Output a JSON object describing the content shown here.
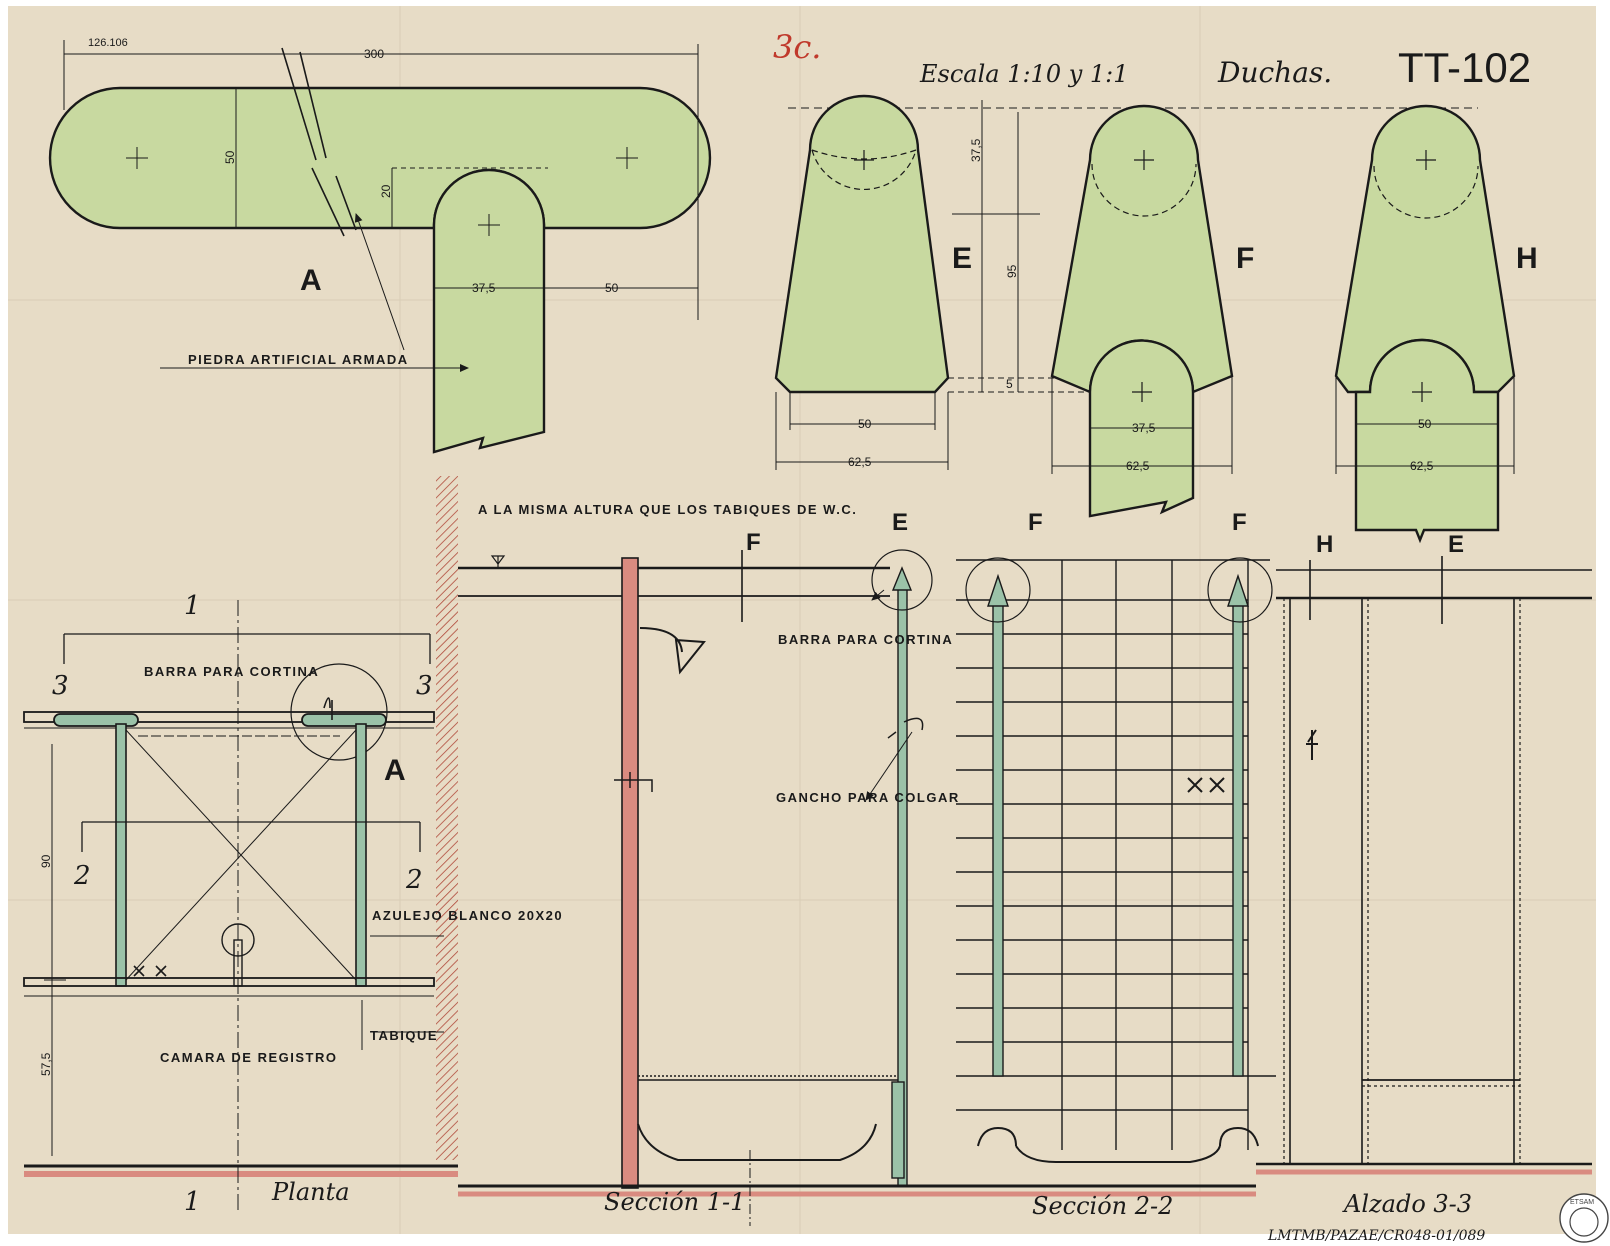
{
  "sheet": {
    "code": "TT-102",
    "subject": "Duchas.",
    "scale": "Escala 1:10 y 1:1",
    "sheet_no": "3c.",
    "archive_no": "126.106",
    "archive_ref": "LMTMB/PAZAE/CR048-01/089",
    "logo_text": "ETSAM"
  },
  "colors": {
    "paper": "#e7dcc6",
    "stone": "#c8d9a0",
    "ink": "#1a1a1a",
    "red": "#d98b80",
    "bar": "#9bc2a8",
    "stamp": "#c0392b"
  },
  "detail_a": {
    "letter": "A",
    "label": "PIEDRA ARTIFICIAL ARMADA",
    "dim_300": "300",
    "dim_50v": "50",
    "dim_20": "20",
    "dim_375": "37,5",
    "dim_50h": "50"
  },
  "profiles": {
    "e": {
      "letter": "E",
      "dim_50": "50",
      "dim_625": "62,5"
    },
    "f": {
      "letter": "F",
      "dim_375": "37,5",
      "dim_625": "62,5"
    },
    "h": {
      "letter": "H",
      "dim_50": "50",
      "dim_625": "62,5"
    },
    "dim_375v": "37,5",
    "dim_95": "95",
    "dim_5": "5"
  },
  "plan": {
    "title": "Planta",
    "curtain_bar": "BARRA PARA CORTINA",
    "tile": "AZULEJO BLANCO 20X20",
    "partition": "TABIQUE",
    "chamber": "CAMARA DE REGISTRO",
    "detail_ref": "A",
    "cut_1": "1",
    "cut_2": "2",
    "cut_3": "3",
    "dim_90": "90",
    "dim_575": "57,5"
  },
  "section_11": {
    "title": "Sección 1-1",
    "note": "A LA MISMA ALTURA QUE LOS TABIQUES DE W.C.",
    "curtain_bar": "BARRA PARA CORTINA",
    "hook": "GANCHO PARA COLGAR",
    "ref_f": "F",
    "ref_e": "E"
  },
  "section_22": {
    "title": "Sección 2-2",
    "ref_f": "F"
  },
  "elevation_33": {
    "title": "Alzado 3-3",
    "ref_h": "H",
    "ref_e": "E"
  }
}
